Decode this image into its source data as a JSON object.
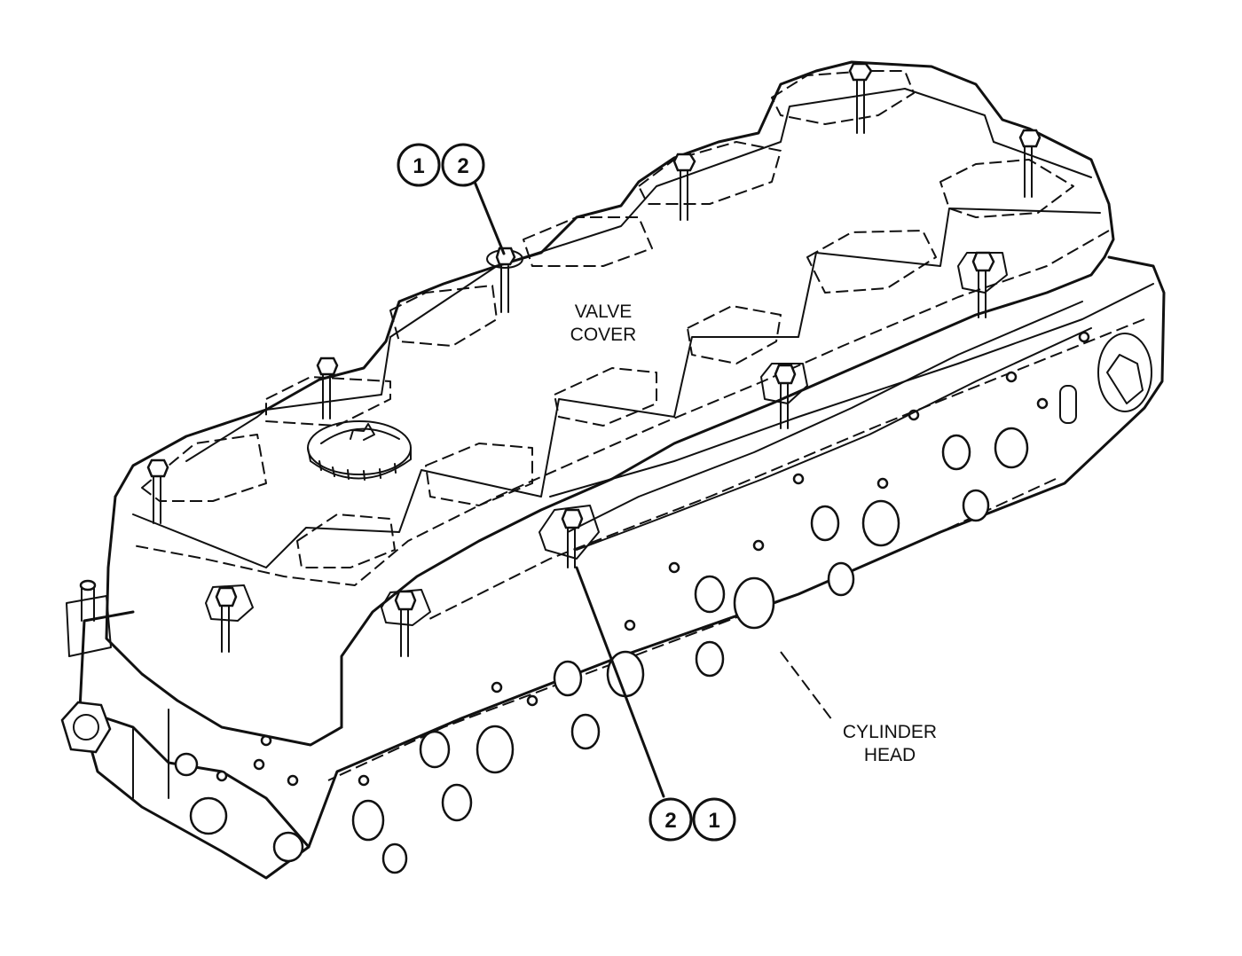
{
  "labels": {
    "valve_cover_line1": "VALVE",
    "valve_cover_line2": "COVER",
    "cylinder_head_line1": "CYLINDER",
    "cylinder_head_line2": "HEAD"
  },
  "callouts": {
    "top_left": "1",
    "top_right": "2",
    "bottom_left": "2",
    "bottom_right": "1"
  }
}
